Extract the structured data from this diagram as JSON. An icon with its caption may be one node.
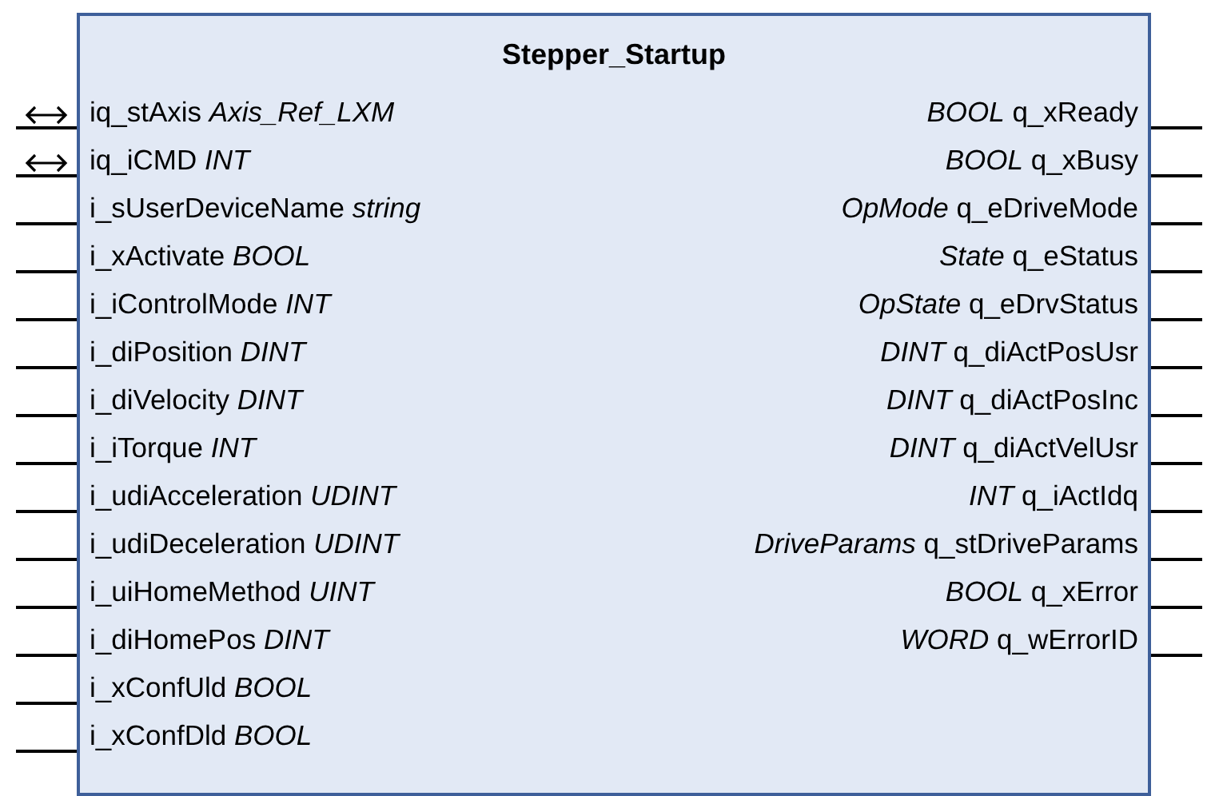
{
  "diagram": {
    "nodes": [
      {
        "text": [
          "Stepper_Startup"
        ]
      }
    ],
    "labels": [
      "iq_stAxis *Axis_Ref_LXM*",
      "iq_iCMD *INT*",
      "i_sUserDeviceName *string*",
      "i_xActivate *BOOL*",
      "i_iControlMode *INT*",
      "i_diPosition *DINT*",
      "i_diVelocity *DINT*",
      "i_iTorque *INT*",
      "i_udiAcceleration *UDINT*",
      "i_udiDeceleration *UDINT*",
      "i_uiHomeMethod *UINT*",
      "i_diHomePos *DINT*",
      "i_xConfUld *BOOL*",
      "i_xConfDld *BOOL*",
      "*BOOL* q_xReady",
      "*BOOL* q_xBusy",
      "*OpMode* q_eDriveMode",
      "*State* q_eStatus",
      "*OpState* q_eDrvStatus",
      "*DINT* q_diActPosUsr",
      "*DINT* q_diActPosInc",
      "*DINT* q_diActVelUsr",
      "*INT* q_iActIdq",
      "*DriveParams* q_stDriveParams",
      "*BOOL* q_xError",
      "*WORD* q_wErrorID"
    ]
  }
}
